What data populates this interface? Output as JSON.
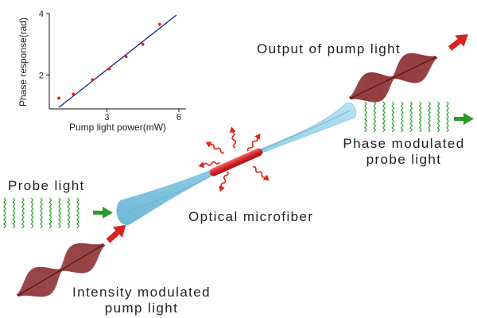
{
  "colors": {
    "fiber": "#8ccde6",
    "fiber_core": "#5aa9c9",
    "heated_section": "#d8222a",
    "wavy_arrow": "#e2231a",
    "probe_wave": "#2aa52a",
    "pump_wave": "#7a1215",
    "green_arrow": "#2a9a2a",
    "red_arrow": "#d8221c",
    "fit_line": "#1a2a8a",
    "data_point": "#e0231a"
  },
  "icons": {
    "probe_in_arrow": "arrow-right-icon",
    "probe_out_arrow": "arrow-right-icon",
    "pump_in_arrow": "arrow-up-right-icon",
    "pump_out_arrow": "arrow-up-right-icon",
    "heat_emission": "wavy-arrow-icon"
  },
  "labels": {
    "probe_light": "Probe light",
    "optical_microfiber": "Optical microfiber",
    "output_pump": "Output of pump light",
    "phase_modulated_line1": "Phase modulated",
    "phase_modulated_line2": "probe light",
    "intensity_modulated_line1": "Intensity modulated",
    "intensity_modulated_line2": "pump light"
  },
  "chart_data": {
    "type": "scatter",
    "title": "",
    "xlabel": "Pump light power(mW)",
    "ylabel": "Phase response(rad)",
    "xlim": [
      0.6,
      6.3
    ],
    "ylim": [
      0.9,
      4.0
    ],
    "x_ticks": [
      3,
      6
    ],
    "x_tick_labels": [
      "3",
      "6"
    ],
    "y_ticks": [
      2,
      4
    ],
    "y_tick_labels": [
      "2",
      "4"
    ],
    "grid": false,
    "series": [
      {
        "x": [
          1.0,
          1.6,
          2.4,
          3.1,
          3.8,
          4.5,
          5.2
        ],
        "y": [
          1.25,
          1.38,
          1.85,
          2.2,
          2.6,
          3.0,
          3.65
        ]
      }
    ],
    "fit_line": {
      "x": [
        1.0,
        5.9
      ],
      "y": [
        0.95,
        3.95
      ]
    }
  }
}
